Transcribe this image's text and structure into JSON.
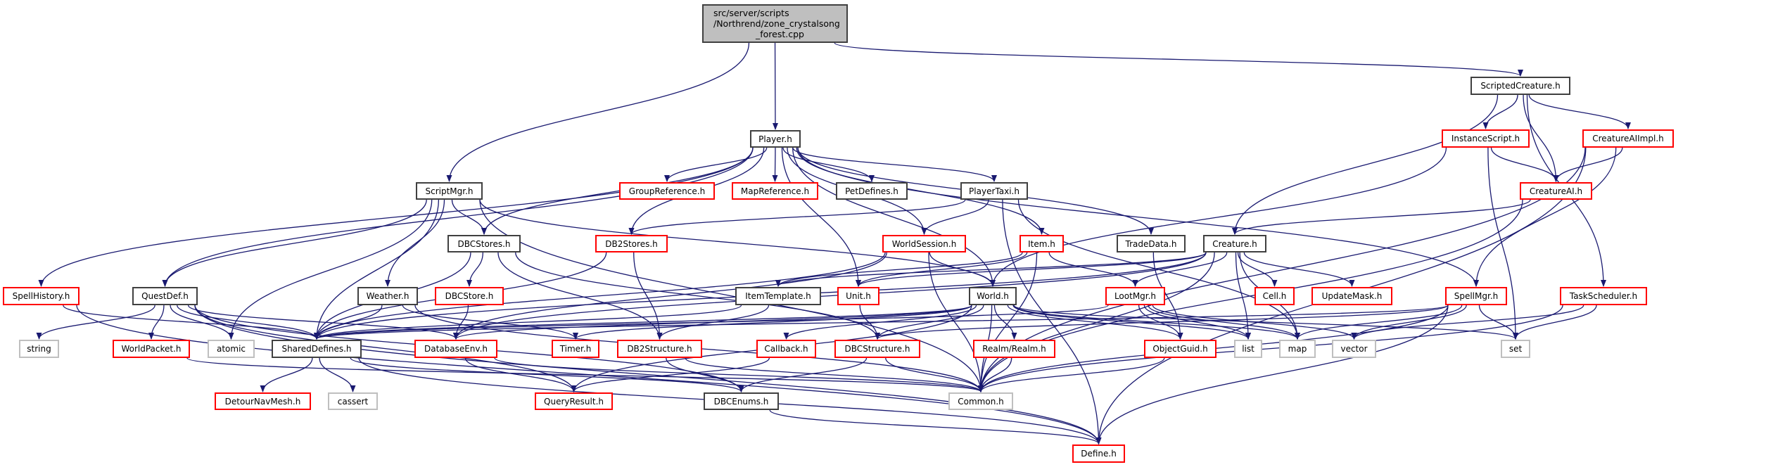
{
  "colors": {
    "edge": "#191970",
    "documented_border": "#404040",
    "undocumented_border": "#ff0000",
    "system_border": "#bfbfbf",
    "root_fill": "#bfbfbf"
  },
  "root": {
    "id": "root",
    "lines": [
      "src/server/scripts",
      "/Northrend/zone_crystalsong",
      "_forest.cpp"
    ]
  },
  "nodes": [
    {
      "id": "Player",
      "label": "Player.h",
      "style": "black"
    },
    {
      "id": "ScriptMgr",
      "label": "ScriptMgr.h",
      "style": "black"
    },
    {
      "id": "ScriptedCreature",
      "label": "ScriptedCreature.h",
      "style": "black"
    },
    {
      "id": "GroupReference",
      "label": "GroupReference.h",
      "style": "red"
    },
    {
      "id": "MapReference",
      "label": "MapReference.h",
      "style": "red"
    },
    {
      "id": "PetDefines",
      "label": "PetDefines.h",
      "style": "black"
    },
    {
      "id": "PlayerTaxi",
      "label": "PlayerTaxi.h",
      "style": "black"
    },
    {
      "id": "InstanceScript",
      "label": "InstanceScript.h",
      "style": "red"
    },
    {
      "id": "CreatureAIImpl",
      "label": "CreatureAIImpl.h",
      "style": "red"
    },
    {
      "id": "CreatureAI",
      "label": "CreatureAI.h",
      "style": "red"
    },
    {
      "id": "DBCStores",
      "label": "DBCStores.h",
      "style": "black"
    },
    {
      "id": "DB2Stores",
      "label": "DB2Stores.h",
      "style": "red"
    },
    {
      "id": "WorldSession",
      "label": "WorldSession.h",
      "style": "red"
    },
    {
      "id": "Item",
      "label": "Item.h",
      "style": "red"
    },
    {
      "id": "TradeData",
      "label": "TradeData.h",
      "style": "black"
    },
    {
      "id": "Creature",
      "label": "Creature.h",
      "style": "black"
    },
    {
      "id": "SpellHistory",
      "label": "SpellHistory.h",
      "style": "red"
    },
    {
      "id": "QuestDef",
      "label": "QuestDef.h",
      "style": "black"
    },
    {
      "id": "Weather",
      "label": "Weather.h",
      "style": "black"
    },
    {
      "id": "DBCStore",
      "label": "DBCStore.h",
      "style": "red"
    },
    {
      "id": "ItemTemplate",
      "label": "ItemTemplate.h",
      "style": "black"
    },
    {
      "id": "Unit",
      "label": "Unit.h",
      "style": "red"
    },
    {
      "id": "World",
      "label": "World.h",
      "style": "black"
    },
    {
      "id": "LootMgr",
      "label": "LootMgr.h",
      "style": "red"
    },
    {
      "id": "Cell",
      "label": "Cell.h",
      "style": "red"
    },
    {
      "id": "UpdateMask",
      "label": "UpdateMask.h",
      "style": "red"
    },
    {
      "id": "SpellMgr",
      "label": "SpellMgr.h",
      "style": "red"
    },
    {
      "id": "TaskScheduler",
      "label": "TaskScheduler.h",
      "style": "red"
    },
    {
      "id": "string",
      "label": "string",
      "style": "gray"
    },
    {
      "id": "WorldPacket",
      "label": "WorldPacket.h",
      "style": "red"
    },
    {
      "id": "atomic",
      "label": "atomic",
      "style": "gray"
    },
    {
      "id": "SharedDefines",
      "label": "SharedDefines.h",
      "style": "black"
    },
    {
      "id": "DatabaseEnv",
      "label": "DatabaseEnv.h",
      "style": "red"
    },
    {
      "id": "Timer",
      "label": "Timer.h",
      "style": "red"
    },
    {
      "id": "DB2Structure",
      "label": "DB2Structure.h",
      "style": "red"
    },
    {
      "id": "Callback",
      "label": "Callback.h",
      "style": "red"
    },
    {
      "id": "DBCStructure",
      "label": "DBCStructure.h",
      "style": "red"
    },
    {
      "id": "Realm",
      "label": "Realm/Realm.h",
      "style": "red"
    },
    {
      "id": "ObjectGuid",
      "label": "ObjectGuid.h",
      "style": "red"
    },
    {
      "id": "list",
      "label": "list",
      "style": "gray"
    },
    {
      "id": "map",
      "label": "map",
      "style": "gray"
    },
    {
      "id": "vector",
      "label": "vector",
      "style": "gray"
    },
    {
      "id": "set",
      "label": "set",
      "style": "gray"
    },
    {
      "id": "DetourNavMesh",
      "label": "DetourNavMesh.h",
      "style": "red"
    },
    {
      "id": "cassert",
      "label": "cassert",
      "style": "gray"
    },
    {
      "id": "QueryResult",
      "label": "QueryResult.h",
      "style": "red"
    },
    {
      "id": "DBCEnums",
      "label": "DBCEnums.h",
      "style": "black"
    },
    {
      "id": "Common",
      "label": "Common.h",
      "style": "gray"
    },
    {
      "id": "Define",
      "label": "Define.h",
      "style": "red"
    }
  ],
  "edges": [
    [
      "root",
      "Player"
    ],
    [
      "root",
      "ScriptMgr"
    ],
    [
      "root",
      "ScriptedCreature"
    ],
    [
      "Player",
      "GroupReference"
    ],
    [
      "Player",
      "MapReference"
    ],
    [
      "Player",
      "PetDefines"
    ],
    [
      "Player",
      "PlayerTaxi"
    ],
    [
      "Player",
      "DB2Stores"
    ],
    [
      "Player",
      "WorldSession"
    ],
    [
      "Player",
      "Item"
    ],
    [
      "Player",
      "TradeData"
    ],
    [
      "Player",
      "DBCStores"
    ],
    [
      "Player",
      "QuestDef"
    ],
    [
      "Player",
      "SpellHistory"
    ],
    [
      "Player",
      "Unit"
    ],
    [
      "Player",
      "World"
    ],
    [
      "Player",
      "SpellMgr"
    ],
    [
      "ScriptMgr",
      "DBCStores"
    ],
    [
      "ScriptMgr",
      "QuestDef"
    ],
    [
      "ScriptMgr",
      "Weather"
    ],
    [
      "ScriptMgr",
      "World"
    ],
    [
      "ScriptMgr",
      "SharedDefines"
    ],
    [
      "ScriptMgr",
      "atomic"
    ],
    [
      "ScriptMgr",
      "Common"
    ],
    [
      "ScriptedCreature",
      "InstanceScript"
    ],
    [
      "ScriptedCreature",
      "CreatureAI"
    ],
    [
      "ScriptedCreature",
      "CreatureAIImpl"
    ],
    [
      "ScriptedCreature",
      "Creature"
    ],
    [
      "ScriptedCreature",
      "TaskScheduler"
    ],
    [
      "InstanceScript",
      "CreatureAI"
    ],
    [
      "InstanceScript",
      "World"
    ],
    [
      "InstanceScript",
      "set"
    ],
    [
      "CreatureAIImpl",
      "CreatureAI"
    ],
    [
      "CreatureAIImpl",
      "SpellMgr"
    ],
    [
      "CreatureAIImpl",
      "Common"
    ],
    [
      "CreatureAIImpl",
      "Define"
    ],
    [
      "CreatureAI",
      "Creature"
    ],
    [
      "CreatureAI",
      "Common"
    ],
    [
      "PlayerTaxi",
      "WorldSession"
    ],
    [
      "PlayerTaxi",
      "DB2Stores"
    ],
    [
      "PlayerTaxi",
      "map"
    ],
    [
      "PlayerTaxi",
      "Define"
    ],
    [
      "DBCStores",
      "DBCStore"
    ],
    [
      "DBCStores",
      "SharedDefines"
    ],
    [
      "DBCStores",
      "DB2Structure"
    ],
    [
      "DBCStores",
      "DBCStructure"
    ],
    [
      "DB2Stores",
      "DB2Structure"
    ],
    [
      "DB2Stores",
      "SharedDefines"
    ],
    [
      "WorldSession",
      "World"
    ],
    [
      "WorldSession",
      "DatabaseEnv"
    ],
    [
      "WorldSession",
      "SharedDefines"
    ],
    [
      "WorldSession",
      "Common"
    ],
    [
      "Item",
      "ItemTemplate"
    ],
    [
      "Item",
      "Unit"
    ],
    [
      "Item",
      "LootMgr"
    ],
    [
      "Item",
      "Common"
    ],
    [
      "TradeData",
      "ObjectGuid"
    ],
    [
      "Creature",
      "Unit"
    ],
    [
      "Creature",
      "ItemTemplate"
    ],
    [
      "Creature",
      "LootMgr"
    ],
    [
      "Creature",
      "Cell"
    ],
    [
      "Creature",
      "UpdateMask"
    ],
    [
      "Creature",
      "list"
    ],
    [
      "Creature",
      "map"
    ],
    [
      "Creature",
      "SharedDefines"
    ],
    [
      "Creature",
      "DatabaseEnv"
    ],
    [
      "Creature",
      "Common"
    ],
    [
      "SpellHistory",
      "SharedDefines"
    ],
    [
      "SpellHistory",
      "Define"
    ],
    [
      "QuestDef",
      "string"
    ],
    [
      "QuestDef",
      "WorldPacket"
    ],
    [
      "QuestDef",
      "atomic"
    ],
    [
      "QuestDef",
      "SharedDefines"
    ],
    [
      "QuestDef",
      "DatabaseEnv"
    ],
    [
      "QuestDef",
      "QueryResult"
    ],
    [
      "QuestDef",
      "DBCEnums"
    ],
    [
      "QuestDef",
      "Define"
    ],
    [
      "Weather",
      "SharedDefines"
    ],
    [
      "Weather",
      "Timer"
    ],
    [
      "Weather",
      "Common"
    ],
    [
      "DBCStore",
      "DatabaseEnv"
    ],
    [
      "ItemTemplate",
      "DB2Structure"
    ],
    [
      "ItemTemplate",
      "SharedDefines"
    ],
    [
      "Unit",
      "DBCStructure"
    ],
    [
      "World",
      "SharedDefines"
    ],
    [
      "World",
      "Timer"
    ],
    [
      "World",
      "Callback"
    ],
    [
      "World",
      "DBCStructure"
    ],
    [
      "World",
      "Realm"
    ],
    [
      "World",
      "ObjectGuid"
    ],
    [
      "World",
      "list"
    ],
    [
      "World",
      "map"
    ],
    [
      "World",
      "set"
    ],
    [
      "World",
      "Common"
    ],
    [
      "World",
      "QueryResult"
    ],
    [
      "World",
      "DatabaseEnv"
    ],
    [
      "LootMgr",
      "ObjectGuid"
    ],
    [
      "LootMgr",
      "list"
    ],
    [
      "LootMgr",
      "map"
    ],
    [
      "LootMgr",
      "vector"
    ],
    [
      "LootMgr",
      "SharedDefines"
    ],
    [
      "SpellMgr",
      "SharedDefines"
    ],
    [
      "SpellMgr",
      "DBCStructure"
    ],
    [
      "SpellMgr",
      "map"
    ],
    [
      "SpellMgr",
      "vector"
    ],
    [
      "SpellMgr",
      "set"
    ],
    [
      "SpellMgr",
      "Define"
    ],
    [
      "SpellMgr",
      "Common"
    ],
    [
      "TaskScheduler",
      "set"
    ],
    [
      "TaskScheduler",
      "vector"
    ],
    [
      "TaskScheduler",
      "Common"
    ],
    [
      "SharedDefines",
      "DetourNavMesh"
    ],
    [
      "SharedDefines",
      "cassert"
    ],
    [
      "SharedDefines",
      "Define"
    ],
    [
      "SharedDefines",
      "DBCEnums"
    ],
    [
      "WorldPacket",
      "Common"
    ],
    [
      "DatabaseEnv",
      "QueryResult"
    ],
    [
      "DatabaseEnv",
      "Common"
    ],
    [
      "DB2Structure",
      "DBCEnums"
    ],
    [
      "DB2Structure",
      "Common"
    ],
    [
      "Callback",
      "QueryResult"
    ],
    [
      "DBCStructure",
      "DBCEnums"
    ],
    [
      "DBCStructure",
      "Common"
    ],
    [
      "Realm",
      "Common"
    ],
    [
      "ObjectGuid",
      "Common"
    ],
    [
      "DBCEnums",
      "Define"
    ]
  ]
}
